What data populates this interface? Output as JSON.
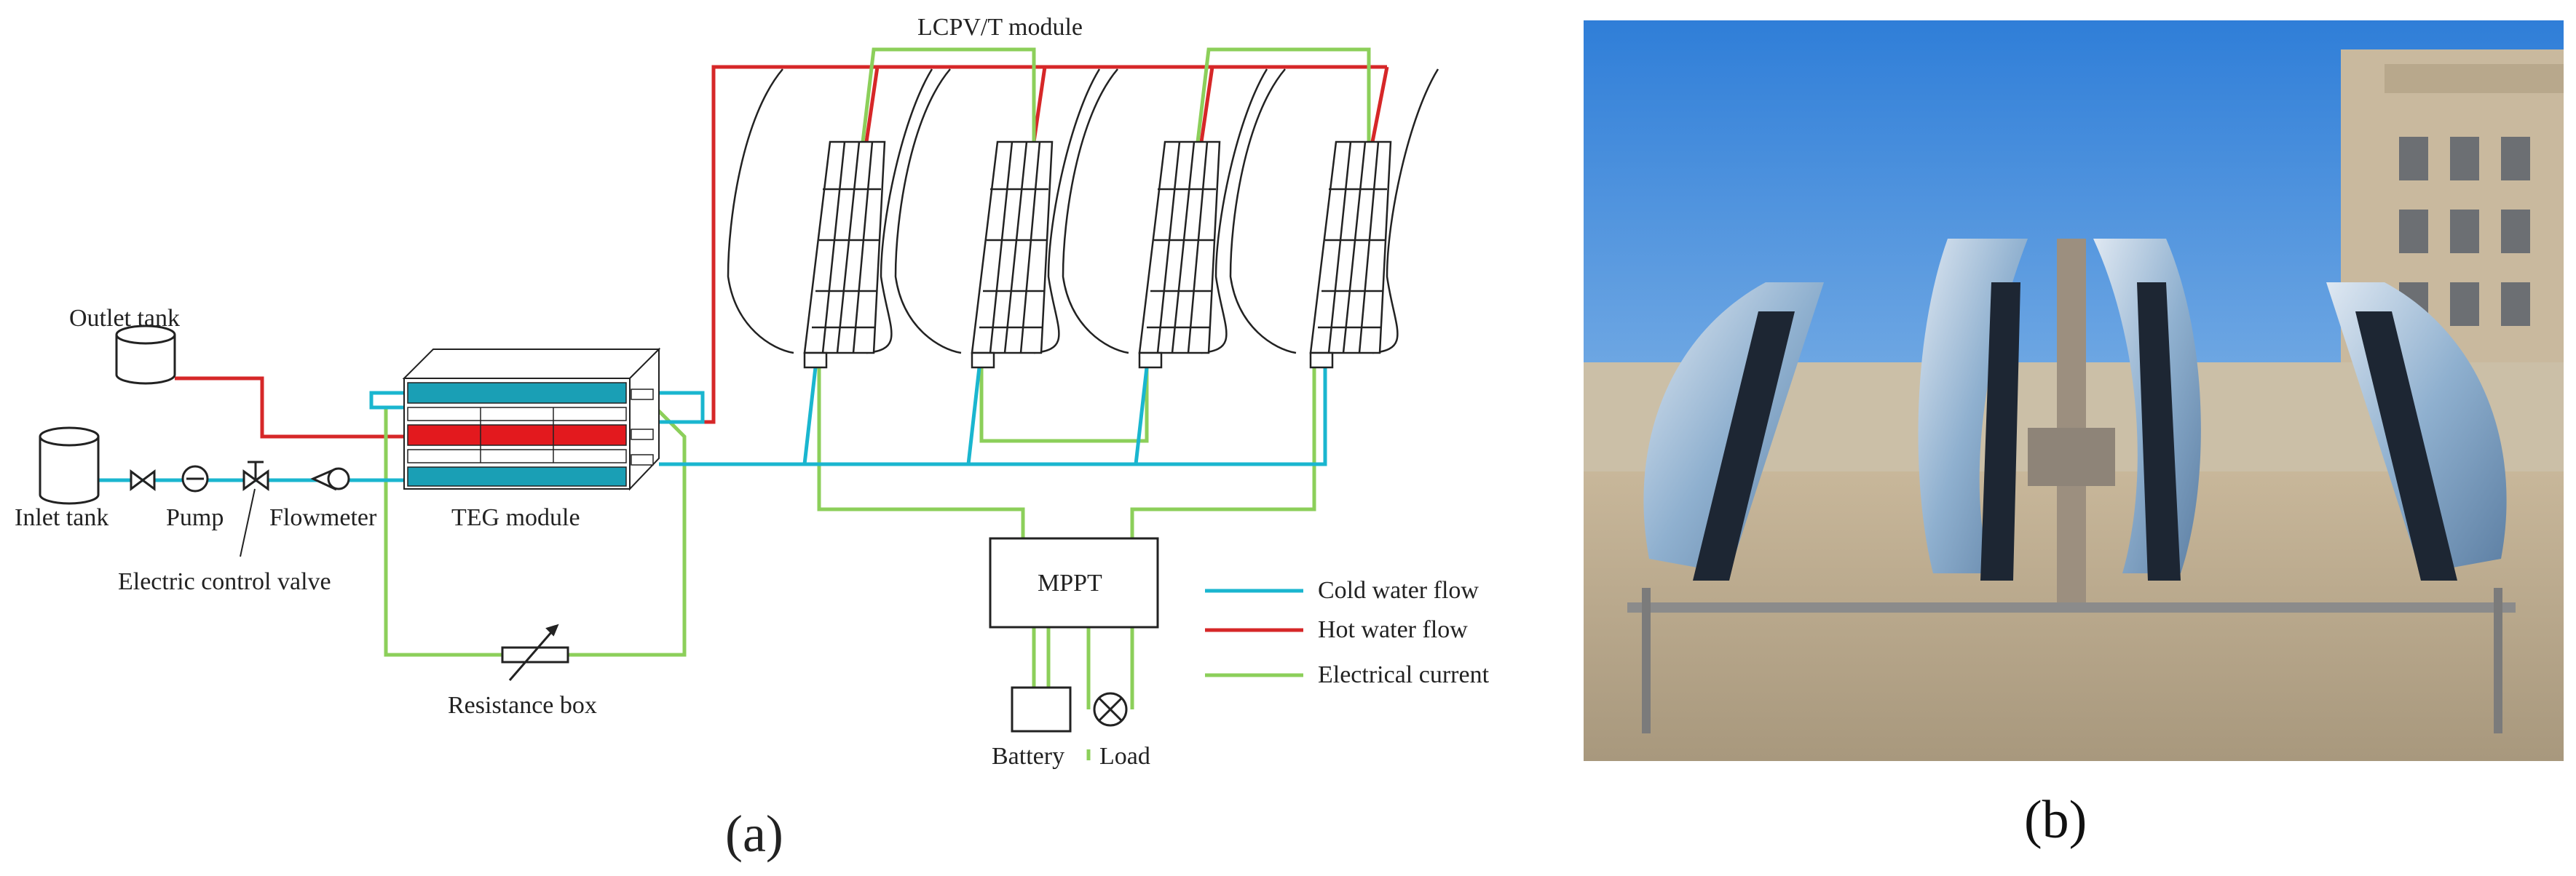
{
  "diagram": {
    "title": "LCPV/T module",
    "labels": {
      "outlet_tank": "Outlet tank",
      "inlet_tank": "Inlet tank",
      "pump": "Pump",
      "flowmeter": "Flowmeter",
      "electric_control_valve": "Electric control valve",
      "teg_module": "TEG module",
      "resistance_box": "Resistance box",
      "mppt": "MPPT",
      "battery": "Battery",
      "load": "Load"
    },
    "legend": [
      {
        "label": "Cold water flow",
        "color": "#1ab6cf"
      },
      {
        "label": "Hot water flow",
        "color": "#d62728"
      },
      {
        "label": "Electrical current",
        "color": "#8ccf5a"
      }
    ],
    "panel_tag": "(a)"
  },
  "photo": {
    "panel_tag": "(b)"
  },
  "colors": {
    "cold": "#1ab6cf",
    "hot": "#d62728",
    "electric": "#8ccf5a",
    "teg_blue": "#1a9fb5",
    "teg_red": "#e3191e",
    "line": "#222222"
  }
}
